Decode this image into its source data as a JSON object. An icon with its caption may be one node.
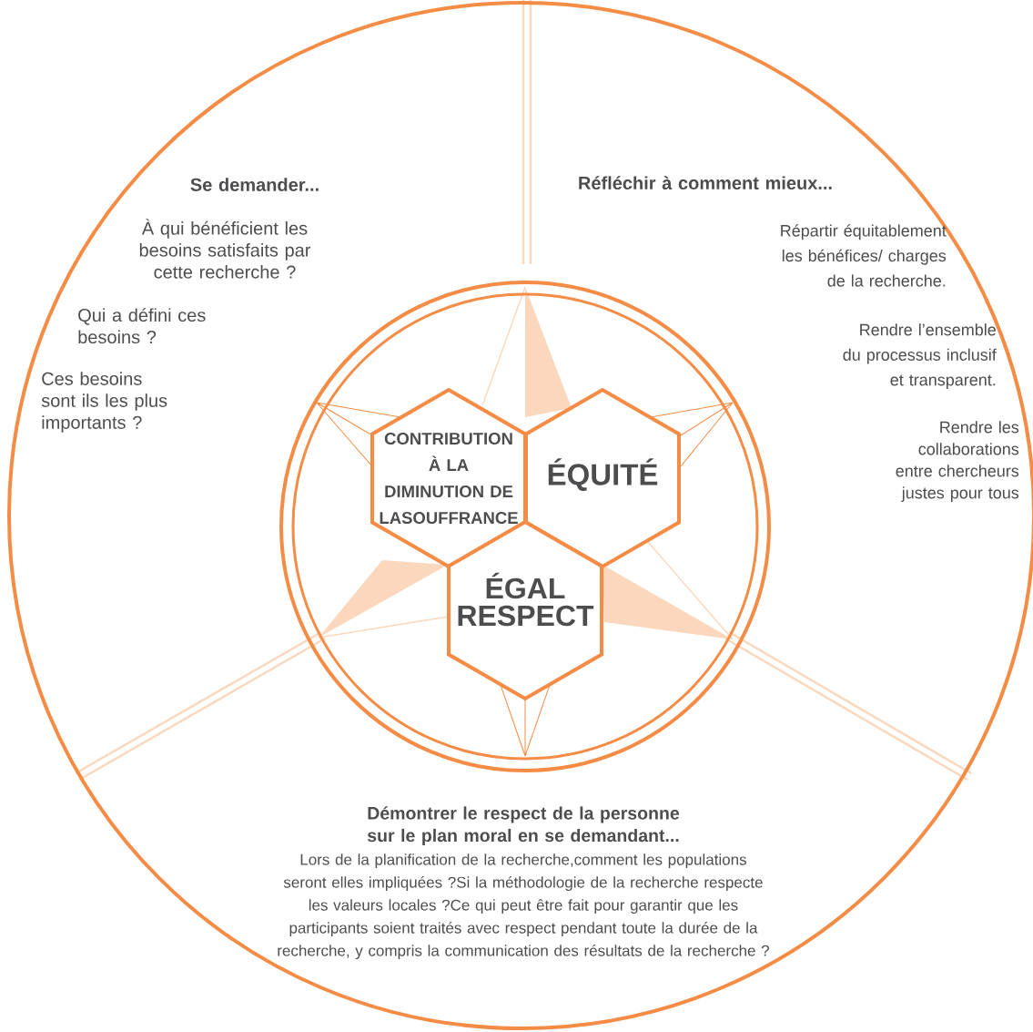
{
  "diagram": {
    "nodes": [
      {
        "text": [
          "CONTRIBUTION À LA DIMINUTION DE LASOUFFRANCE"
        ]
      },
      {
        "text": [
          "ÉQUITÉ"
        ]
      },
      {
        "text": [
          "ÉGAL RESPECT"
        ]
      }
    ],
    "labels": [
      "Se demander...",
      "À qui bénéficient les besoins satisfaits par cette recherche ?",
      "Qui a défini ces besoins ?",
      "Ces besoins sont ils les plus importants ?",
      "Réfléchir à comment mieux...",
      "Répartir équitablement les bénéfices/ charges de la recherche.",
      "Rendre l’ensemble du processus inclusif et transparent.",
      "Rendre les collaborations entre chercheurs justes pour tous",
      "Démontrer le respect de la personne sur le plan moral en se demandant...",
      "Lors de la planification de la recherche,comment les populations seront elles impliquées ?Si la méthodologie de la recherche respecte les valeurs locales ?Ce qui peut être fait pour garantir que les participants soient traités avec respect pendant toute la durée de la recherche, y compris la communication des résultats de la recherche ?"
    ]
  }
}
